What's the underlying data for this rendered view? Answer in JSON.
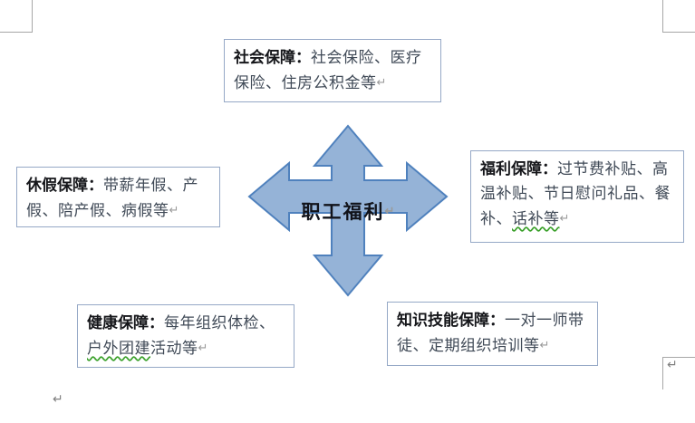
{
  "document": {
    "center_shape": {
      "name": "quad-arrow",
      "label": "职工福利",
      "pilcrow": "↵",
      "fill_color": "#95b3d7",
      "outline_color": "#4f81bd"
    },
    "boxes": [
      {
        "id": "social",
        "position": "top",
        "lead": "社会保障：",
        "body": "社会保险、医疗保险、住房公积金等",
        "pilcrow": "↵",
        "spellcheck_underline": "",
        "border_color": "#95a8c6"
      },
      {
        "id": "leave",
        "position": "left",
        "lead": "休假保障：",
        "body": "带薪年假、产假、陪产假、病假等",
        "pilcrow": "↵",
        "spellcheck_underline": "",
        "border_color": "#95a8c6"
      },
      {
        "id": "welfare",
        "position": "right",
        "lead": "福利保障：",
        "body": "过节费补贴、高温补贴、节日慰问礼品、餐补、",
        "body_flagged": "话补等",
        "pilcrow": "↵",
        "spellcheck_underline": "green-wavy",
        "border_color": "#95a8c6"
      },
      {
        "id": "health",
        "position": "bottom-left",
        "lead": "健康保障：",
        "body_pre": "每年组织体检、",
        "body_flagged": "户外团建",
        "body_post": "活动等",
        "pilcrow": "↵",
        "spellcheck_underline": "green-wavy",
        "border_color": "#95a8c6"
      },
      {
        "id": "skill",
        "position": "bottom-right",
        "lead": "知识技能保障：",
        "body": "一对一师带徒、定期组织培训等",
        "pilcrow": "↵",
        "spellcheck_underline": "",
        "border_color": "#95a8c6"
      }
    ],
    "stray_paragraph_marks": {
      "bottom_left": "↵",
      "bottom_right": "↵"
    }
  }
}
